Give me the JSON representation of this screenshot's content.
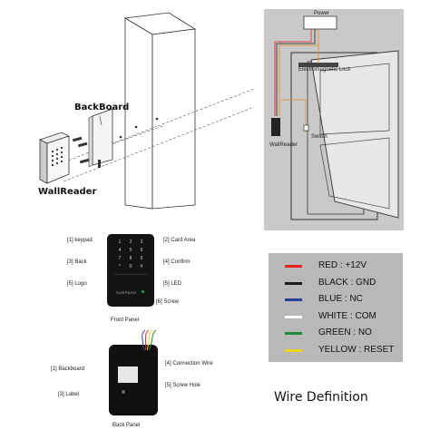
{
  "top_left": {
    "backboard_label": "BackBoard",
    "wallreader_label": "WallReader"
  },
  "top_right": {
    "power_label": "Power",
    "lock_label": "Electromagnetic Lock",
    "switch_label": "Switch",
    "wallreader_label": "WallReader"
  },
  "front_panel": {
    "caption": "Front Panel",
    "brand": "SURPASS",
    "callouts": [
      {
        "num": "[1]",
        "label": "keypad"
      },
      {
        "num": "[2]",
        "label": "Card Area"
      },
      {
        "num": "[3]",
        "label": "Back"
      },
      {
        "num": "[4]",
        "label": "Confirm"
      },
      {
        "num": "[5]",
        "label": "Logo"
      },
      {
        "num": "[5]",
        "label": "LED"
      },
      {
        "num": "[6]",
        "label": "Screw"
      }
    ],
    "keys": [
      "1",
      "2",
      "3",
      "4",
      "5",
      "6",
      "7",
      "8",
      "9",
      "*",
      "0",
      "#"
    ]
  },
  "back_panel": {
    "caption": "Back Panel",
    "callouts": [
      {
        "num": "[1]",
        "label": "Backboard"
      },
      {
        "num": "[3]",
        "label": "Label"
      },
      {
        "num": "[4]",
        "label": "Connection Wire"
      },
      {
        "num": "[5]",
        "label": "Screw Hole"
      }
    ]
  },
  "wires": {
    "title": "Wire Definition",
    "items": [
      {
        "color": "#e8231f",
        "label": "RED : +12V"
      },
      {
        "color": "#1c1c1c",
        "label": "BLACK : GND"
      },
      {
        "color": "#2d3f9a",
        "label": "BLUE : NC"
      },
      {
        "color": "#ffffff",
        "label": "WHITE : COM"
      },
      {
        "color": "#1f8a3a",
        "label": "GREEN : NO"
      },
      {
        "color": "#f2d21b",
        "label": "YELLOW : RESET"
      }
    ]
  }
}
